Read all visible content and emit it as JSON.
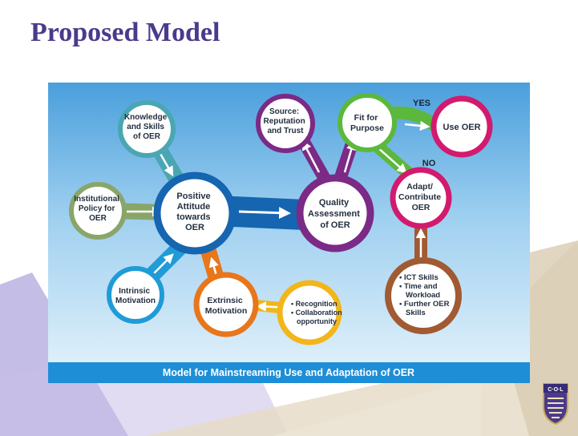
{
  "slide": {
    "title": "Proposed Model"
  },
  "diagram": {
    "caption": "Model for Mainstreaming Use and Adaptation of OER",
    "nodes": {
      "knowledge": [
        "Knowledge",
        "and Skills",
        "of OER"
      ],
      "policy": [
        "Institutional",
        "Policy for",
        "OER"
      ],
      "attitude": [
        "Positive",
        "Attitude",
        "towards",
        "OER"
      ],
      "intrinsic": [
        "Intrinsic",
        "Motivation"
      ],
      "extrinsic": [
        "Extrinsic",
        "Motivation"
      ],
      "recognition": [
        "• Recognition",
        "• Collaboration",
        "opportunity"
      ],
      "source": [
        "Source:",
        "Reputation",
        "and Trust"
      ],
      "quality": [
        "Quality",
        "Assessment",
        "of OER"
      ],
      "fit": [
        "Fit for",
        "Purpose"
      ],
      "use": [
        "Use OER"
      ],
      "adapt": [
        "Adapt/",
        "Contribute",
        "OER"
      ],
      "skills": [
        "• ICT Skills",
        "• Time and",
        "Workload",
        "• Further OER",
        "Skills"
      ]
    },
    "branch_labels": {
      "yes": "YES",
      "no": "NO"
    },
    "colors": {
      "panel_top": "#4a9fdc",
      "panel_bottom": "#e3f1fb",
      "caption_bar": "#1e8ed6",
      "blue": "#1565b0",
      "teal": "#4aa6b2",
      "sage": "#8aa56a",
      "cyan": "#1f9bd7",
      "orange": "#e8761b",
      "yellow": "#f2b61a",
      "purple": "#7b2a86",
      "green": "#5cb83c",
      "magenta": "#d21a6e",
      "brown": "#a15a32",
      "title": "#4b3a8c"
    }
  },
  "logo": {
    "text": "C·O·L"
  }
}
